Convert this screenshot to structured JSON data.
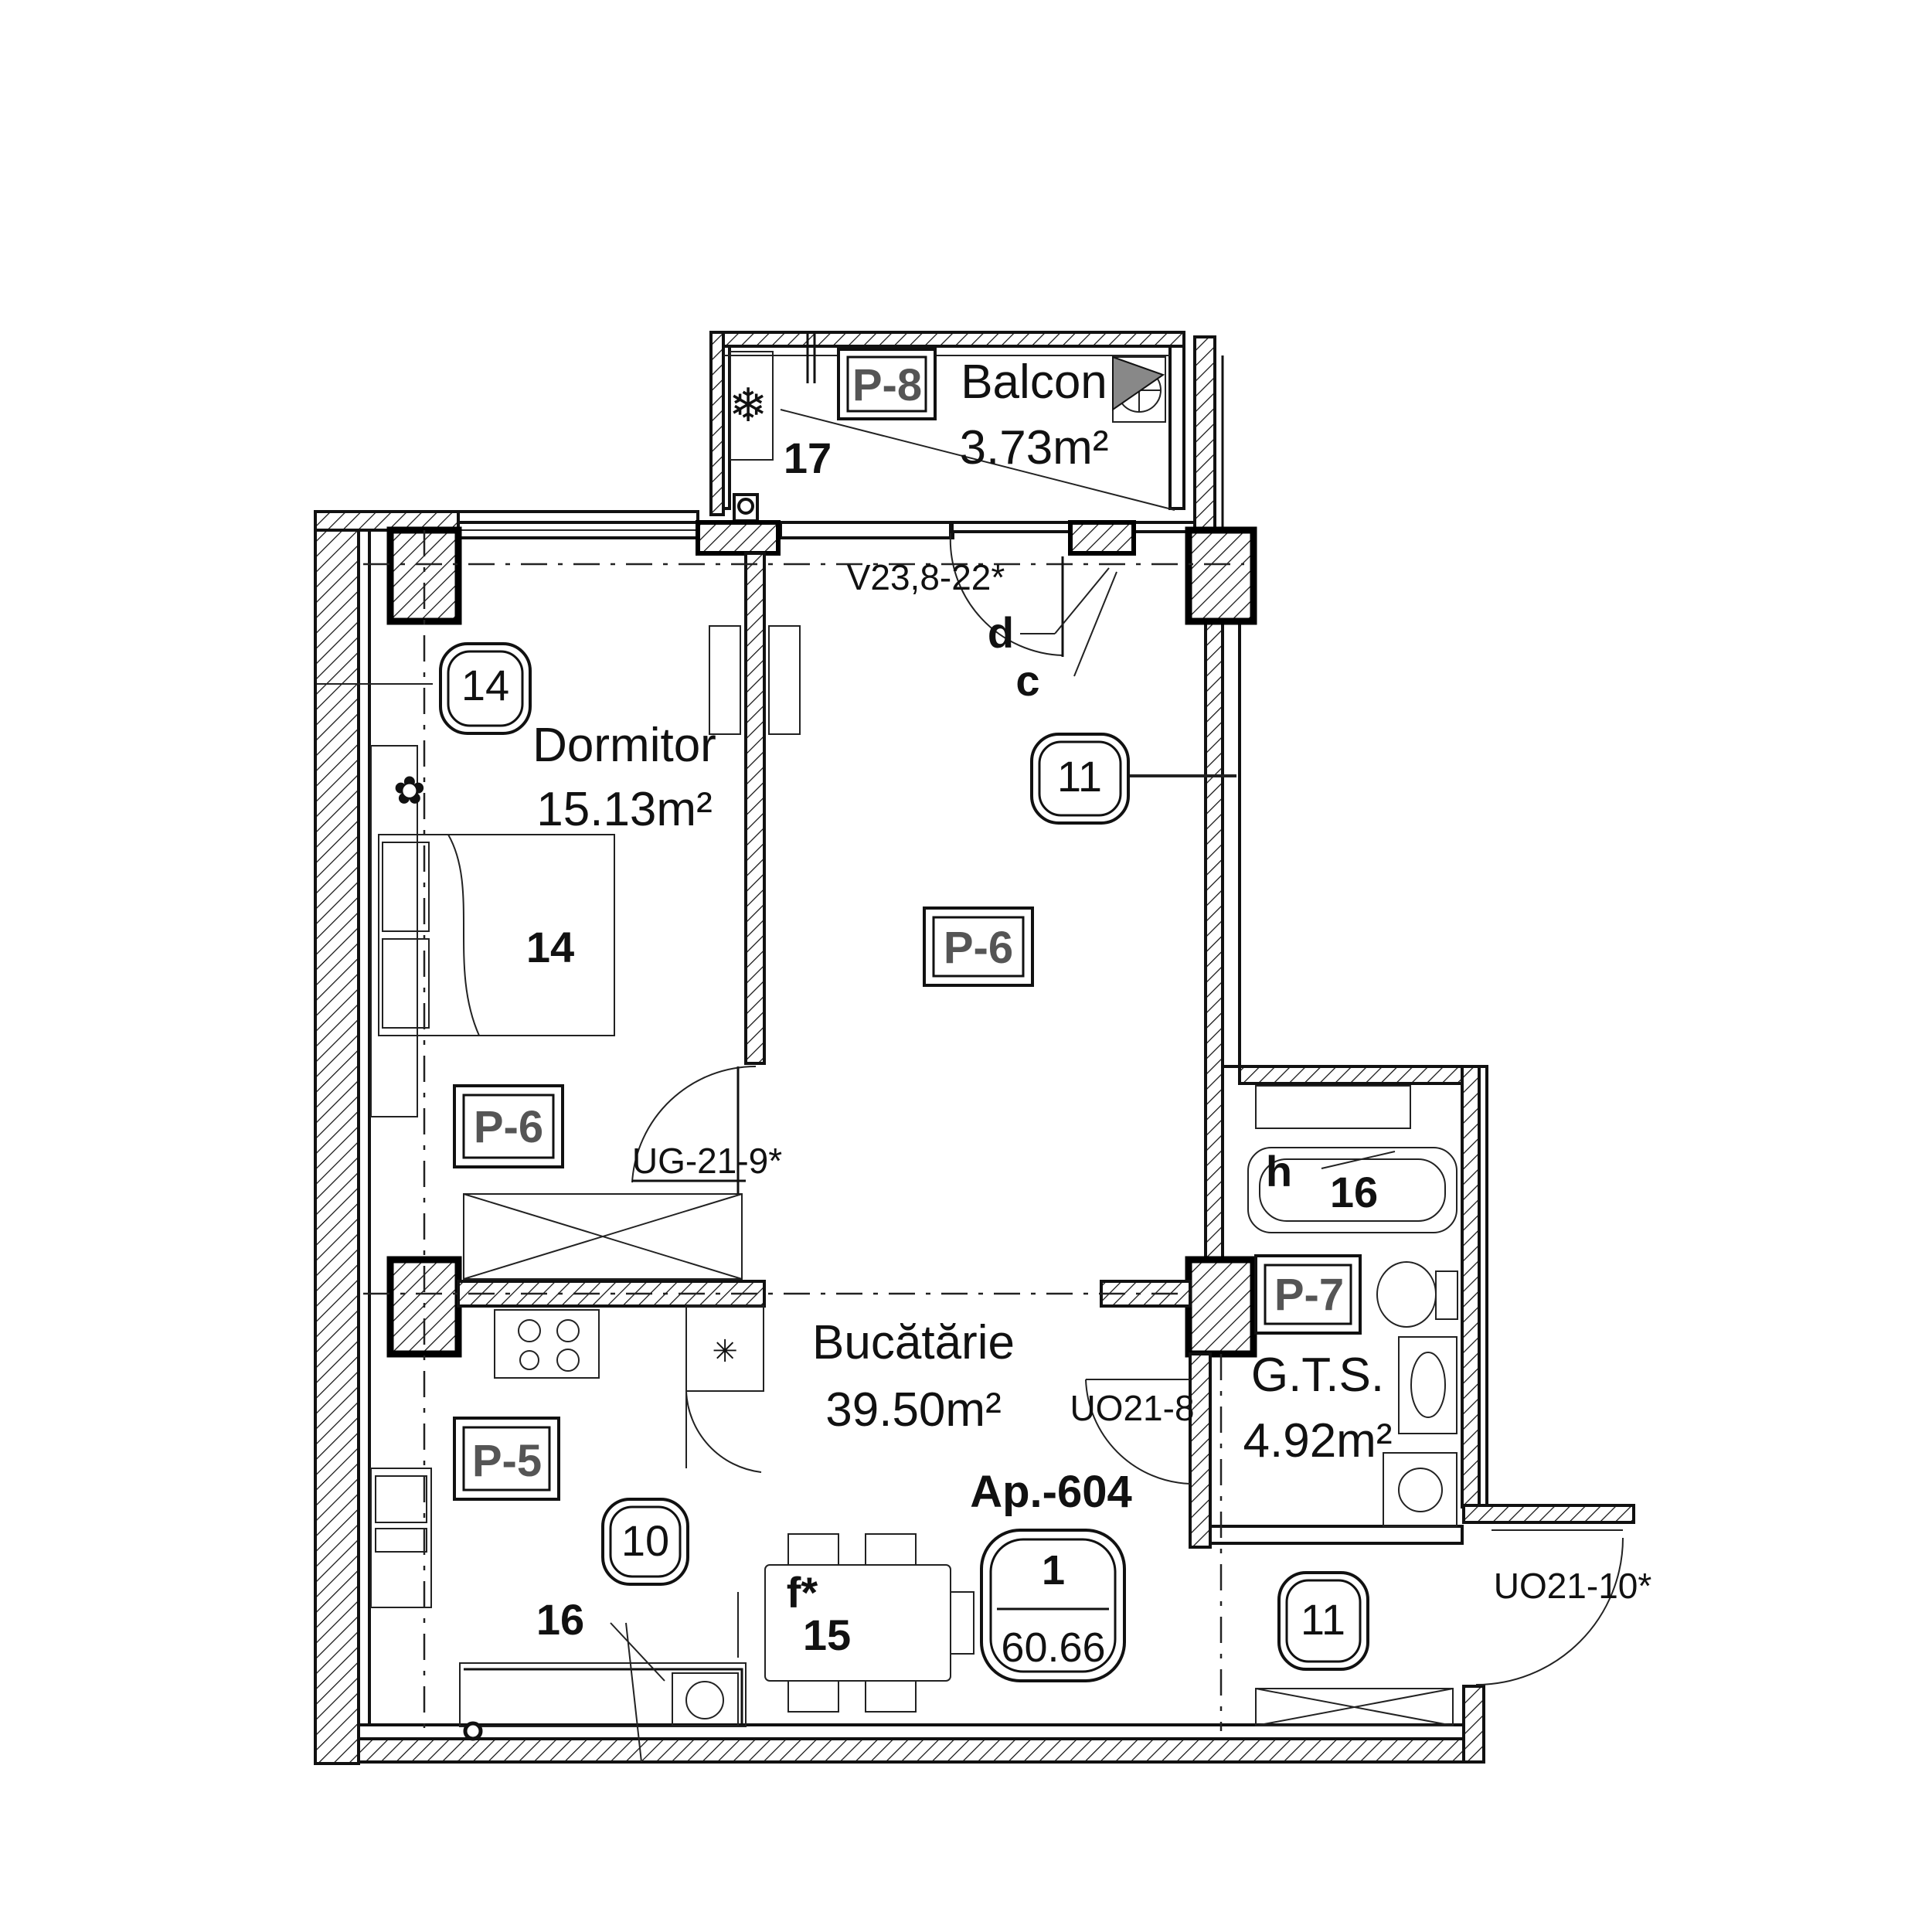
{
  "apartment": {
    "label": "Ap.-604",
    "rooms_count": "1",
    "total_area": "60.66"
  },
  "rooms": {
    "balcony": {
      "name": "Balcon",
      "area": "3.73m²",
      "code": "P-8",
      "number": "17"
    },
    "bedroom": {
      "name": "Dormitor",
      "area": "15.13m²",
      "code": "P-6",
      "tag": "14",
      "furniture_number": "14"
    },
    "living": {
      "code": "P-6"
    },
    "kitchen": {
      "name": "Bucătărie",
      "area": "39.50m²",
      "code": "P-5",
      "tag": "10"
    },
    "bathroom": {
      "name": "G.T.S.",
      "area": "4.92m²",
      "code": "P-7",
      "number": "16",
      "mark": "h"
    },
    "hall_tag": "11",
    "hall_tag_lower": "11"
  },
  "openings": {
    "balcony_door": "V23,8-22*",
    "bedroom_door": "UG-21-9*",
    "bath_door": "UO21-8",
    "entry_door": "UO21-10*"
  },
  "marks": {
    "d": "d",
    "c": "c",
    "f": "f*",
    "dining_number": "15",
    "kitchen_number": "16"
  }
}
